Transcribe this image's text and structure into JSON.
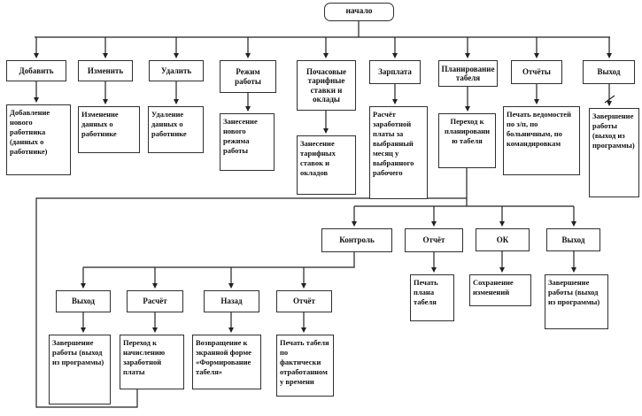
{
  "diagram": {
    "type": "flowchart",
    "language": "ru",
    "colors": {
      "background": "#ffffff",
      "line": "#222222",
      "box_border": "#2f2f2f",
      "text": "#111111"
    },
    "nodes": {
      "start": {
        "label": "начало"
      },
      "dobavit": {
        "label": "Добавить"
      },
      "izmenit": {
        "label": "Изменить"
      },
      "udalit": {
        "label": "Удалить"
      },
      "rezhim": {
        "label": "Режим работы"
      },
      "pochasovye": {
        "label": "Почасовые тарифные ставки и оклады"
      },
      "zarplata": {
        "label": "Зарплата"
      },
      "planirovanie": {
        "label": "Планирование табеля"
      },
      "otchety": {
        "label": "Отчёты"
      },
      "vykhod_main": {
        "label": "Выход"
      },
      "dobavlenie": {
        "label": "Добавление нового работника (данных о работнике)"
      },
      "izmenenie": {
        "label": "Изменение данных о работнике"
      },
      "udalenie": {
        "label": "Удаление данных о работнике"
      },
      "zanesenie_rezhima": {
        "label": "Занесение нового режима работы"
      },
      "zanesenie_tarifov": {
        "label": "Занесение тарифных ставок и окладов"
      },
      "raschet_zp": {
        "label": "Расчёт заработной платы за выбранный месяц у выбранного рабочего"
      },
      "perekhod_planir": {
        "label": "Переход к планированию табеля"
      },
      "pechat_vedomostei": {
        "label": "Печать ведомостей по з/п, по больничным, по командировкам"
      },
      "zavershenie_top": {
        "label": "Завершение работы (выход из программы)"
      },
      "kontrol": {
        "label": "Контроль"
      },
      "otchet_mid": {
        "label": "Отчёт"
      },
      "ok": {
        "label": "ОК"
      },
      "vykhod_mid": {
        "label": "Выход"
      },
      "pechat_plana": {
        "label": "Печать плана табеля"
      },
      "sokhranenie": {
        "label": "Сохранение изменений"
      },
      "zavershenie_right": {
        "label": "Завершение работы (выход из программы)"
      },
      "vykhod_left": {
        "label": "Выход"
      },
      "raschet_left": {
        "label": "Расчёт"
      },
      "nazad": {
        "label": "Назад"
      },
      "otchet_left": {
        "label": "Отчёт"
      },
      "zavershenie_bottom": {
        "label": "Завершение работы (выход из программы)"
      },
      "perekhod_nachisleniyu": {
        "label": "Переход к начислению заработной платы"
      },
      "vozvrashchenie": {
        "label": "Возвращение к экранной форме «Формирование табеля»"
      },
      "pechat_tabelya": {
        "label": "Печать табеля по фактически отработанному времени"
      }
    }
  }
}
